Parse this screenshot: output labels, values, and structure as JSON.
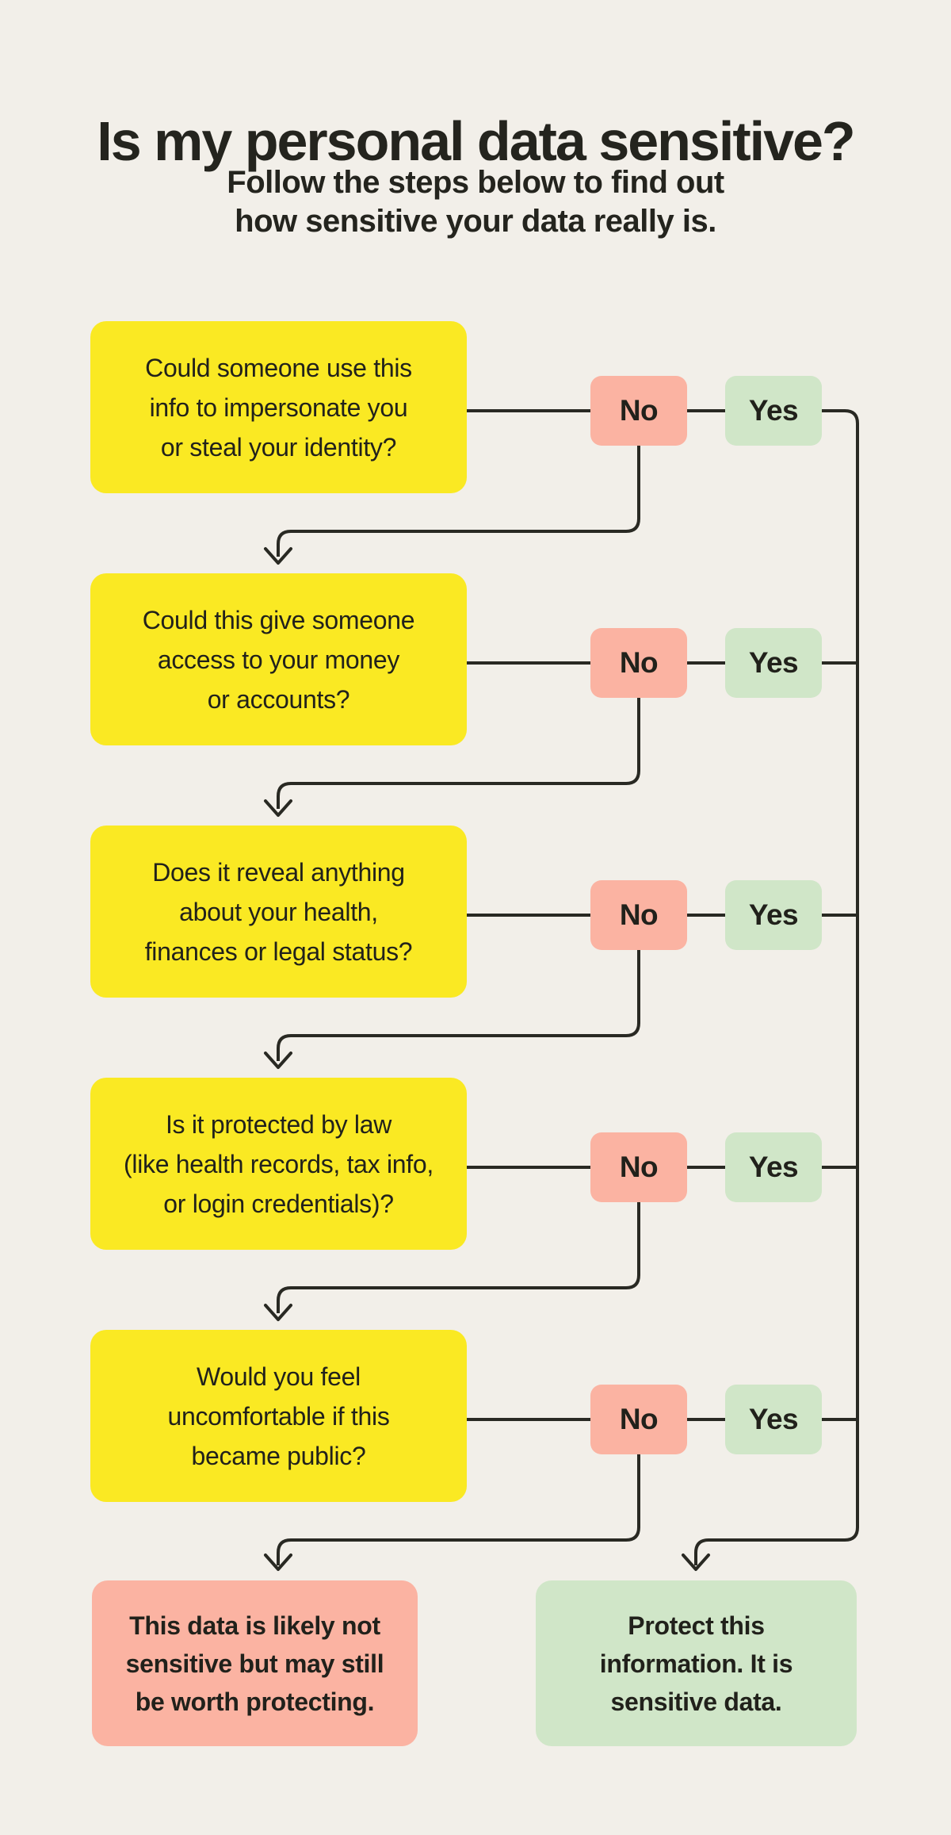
{
  "header": {
    "title": "Is my personal data sensitive?",
    "subtitle_lines": [
      "Follow the steps below to find out",
      "how sensitive your data really is."
    ]
  },
  "labels": {
    "no": "No",
    "yes": "Yes"
  },
  "colors": {
    "background": "#F2EFE9",
    "question_box": "#FAE923",
    "no_box": "#FBB3A2",
    "yes_box": "#D0E6C8",
    "connector_line": "#292923",
    "text": "#21211B"
  },
  "flow": {
    "questions": [
      {
        "lines": [
          "Could someone use this",
          "info to impersonate you",
          "or steal your identity?"
        ]
      },
      {
        "lines": [
          "Could this give someone",
          "access to your money",
          "or accounts?"
        ]
      },
      {
        "lines": [
          "Does it reveal anything",
          "about your health,",
          "finances or legal status?"
        ]
      },
      {
        "lines": [
          "Is it protected by law",
          "(like health records, tax info,",
          "or login credentials)?"
        ]
      },
      {
        "lines": [
          "Would you feel",
          "uncomfortable if this",
          "became public?"
        ]
      }
    ],
    "outcomes": {
      "not_sensitive": {
        "lines": [
          "This data is likely not",
          "sensitive but may still",
          "be worth protecting."
        ]
      },
      "sensitive": {
        "lines": [
          "Protect this",
          "information. It is",
          "sensitive data."
        ]
      }
    }
  }
}
